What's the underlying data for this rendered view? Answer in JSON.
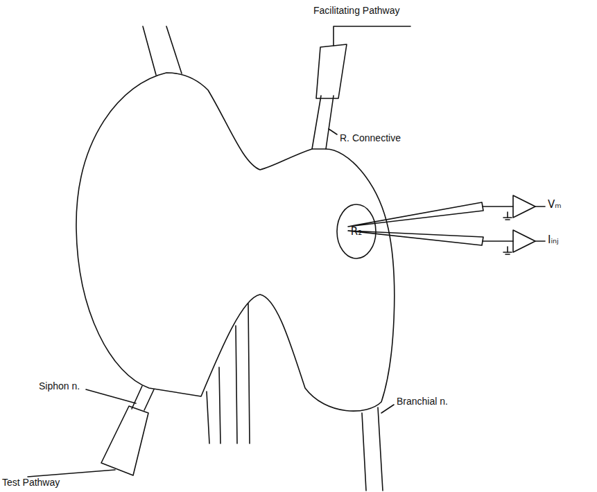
{
  "diagram": {
    "nodes": [
      {
        "text": [
          "R₂"
        ]
      }
    ],
    "labels": [
      "Facilitating Pathway",
      "R. Connective",
      "Vₘ",
      "Iᵢₙⱼ",
      "Siphon n.",
      "Branchial n.",
      "Test Pathway"
    ]
  }
}
